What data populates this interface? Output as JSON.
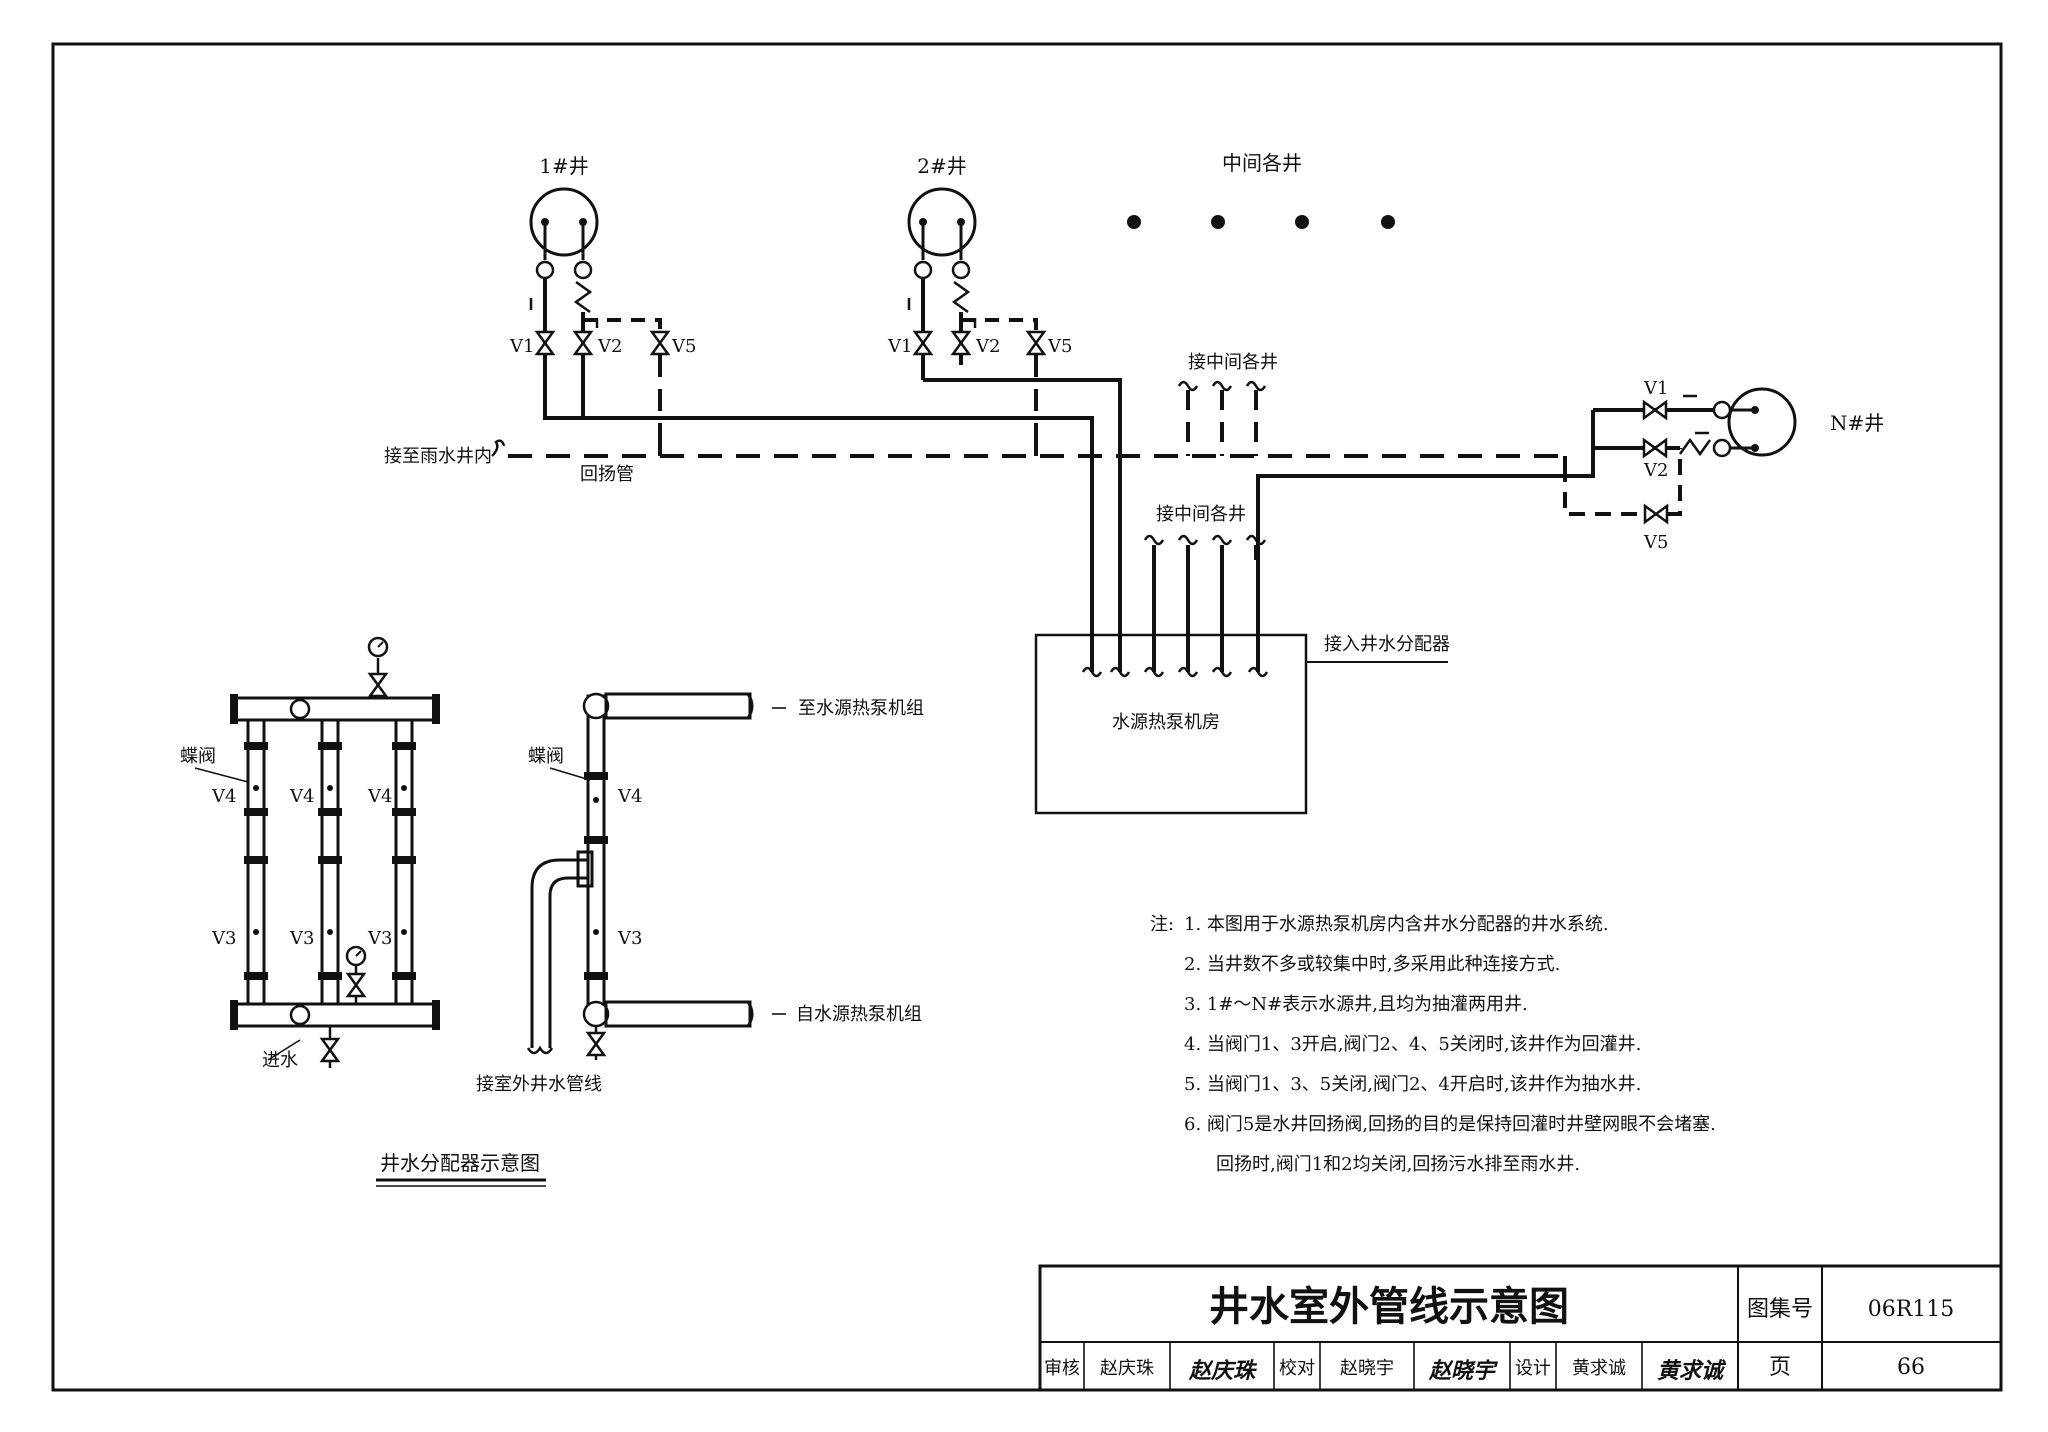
{
  "wells": {
    "well1": "1#井",
    "well2": "2#井",
    "middle": "中间各井",
    "wellN": "N#井"
  },
  "valves": {
    "v1": "V1",
    "v2": "V2",
    "v3": "V3",
    "v4": "V4",
    "v5": "V5"
  },
  "labels": {
    "to_rain_well": "接至雨水井内",
    "backflush_pipe": "回扬管",
    "connect_middle_upper": "接中间各井",
    "connect_middle_lower": "接中间各井",
    "connect_distributor": "接入井水分配器",
    "machine_room": "水源热泵机房",
    "butterfly_valve_left": "蝶阀",
    "butterfly_valve_right": "蝶阀",
    "water_inlet": "进水",
    "to_heat_pump": "至水源热泵机组",
    "from_heat_pump": "自水源热泵机组",
    "outdoor_pipe": "接室外井水管线",
    "distributor_title": "井水分配器示意图"
  },
  "notes": {
    "prefix": "注:",
    "items": [
      "1. 本图用于水源热泵机房内含井水分配器的井水系统.",
      "2. 当井数不多或较集中时,多采用此种连接方式.",
      "3. 1#～N#表示水源井,且均为抽灌两用井.",
      "4. 当阀门1、3开启,阀门2、4、5关闭时,该井作为回灌井.",
      "5. 当阀门1、3、5关闭,阀门2、4开启时,该井作为抽水井.",
      "6. 阀门5是水井回扬阀,回扬的目的是保持回灌时井壁网眼不会堵塞.",
      "回扬时,阀门1和2均关闭,回扬污水排至雨水井."
    ]
  },
  "title_block": {
    "title": "井水室外管线示意图",
    "atlas_label": "图集号",
    "atlas_no": "06R115",
    "review_label": "审核",
    "reviewer": "赵庆珠",
    "reviewer_sign": "赵庆珠",
    "check_label": "校对",
    "checker": "赵晓宇",
    "checker_sign": "赵晓宇",
    "design_label": "设计",
    "designer": "黄求诚",
    "designer_sign": "黄求诚",
    "page_label": "页",
    "page_no": "66"
  }
}
